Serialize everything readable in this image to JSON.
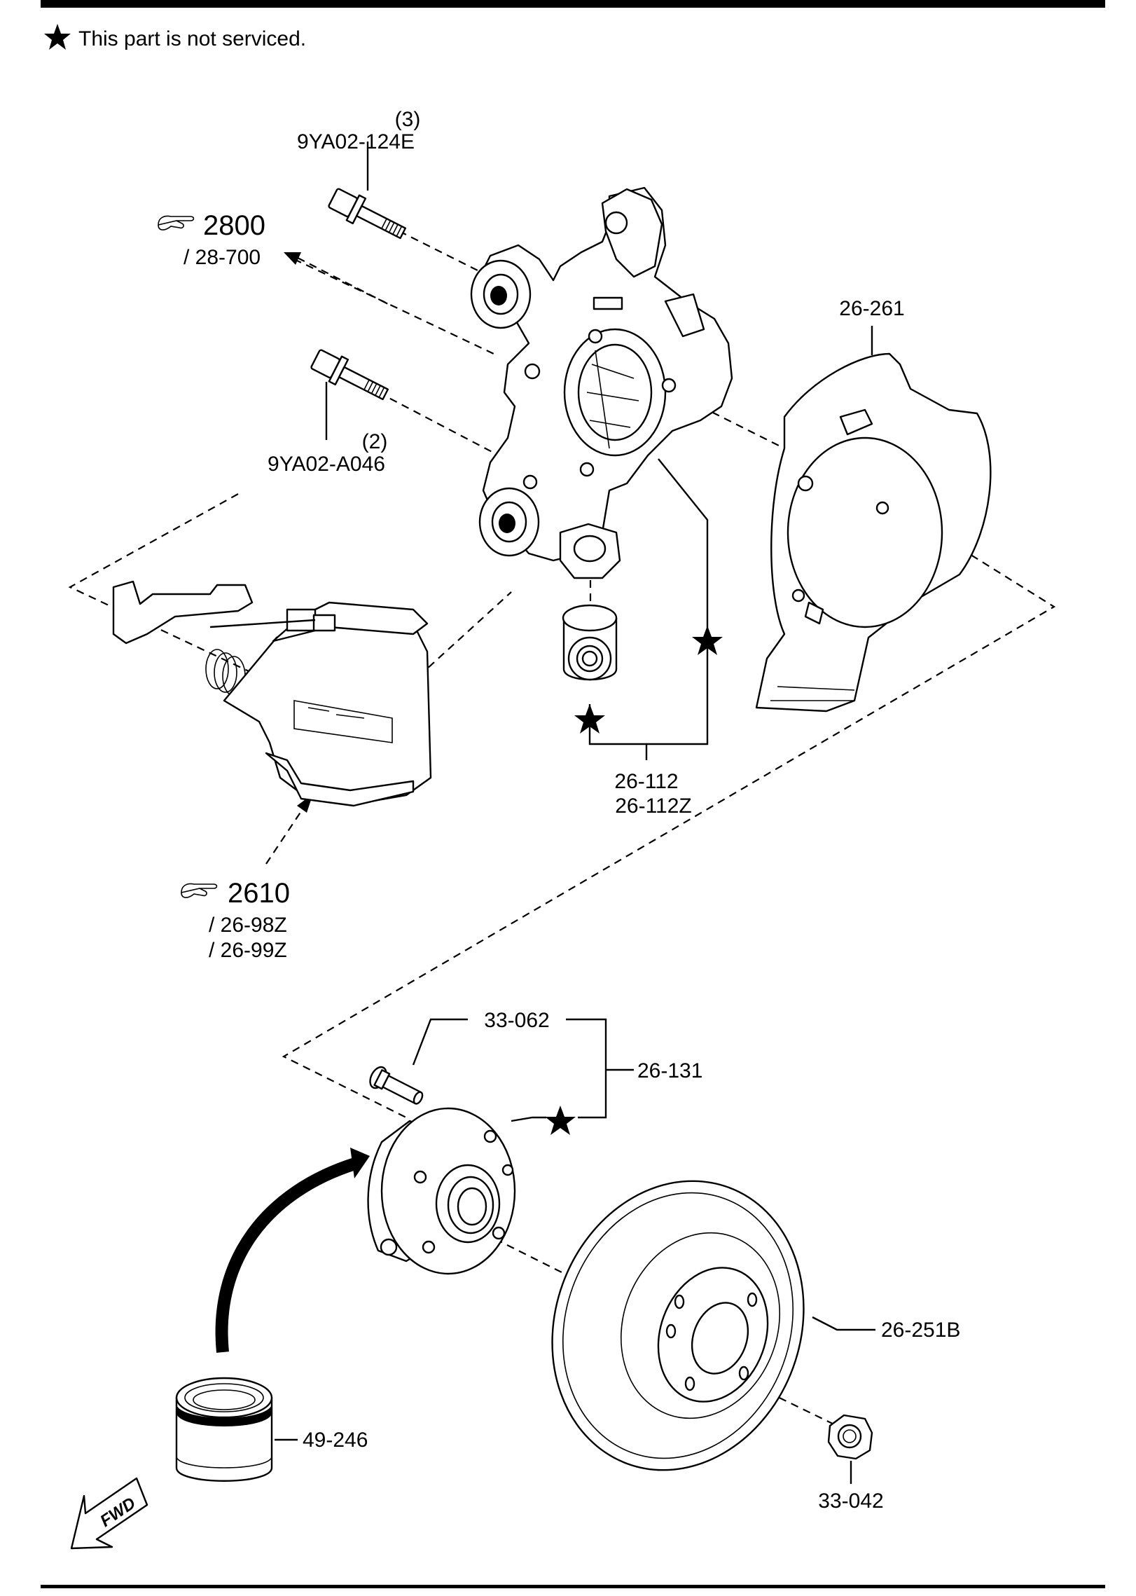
{
  "note": {
    "text": "This part is not serviced."
  },
  "refs": {
    "r2800": {
      "num": "2800",
      "sub": "/ 28-700"
    },
    "r2610": {
      "num": "2610",
      "sub1": "/ 26-98Z",
      "sub2": "/ 26-99Z"
    }
  },
  "labels": {
    "bolt_upper_qty": "(3)",
    "bolt_upper": "9YA02-124E",
    "bolt_lower_qty": "(2)",
    "bolt_lower": "9YA02-A046",
    "dust_shield": "26-261",
    "bushing_1": "26-112",
    "bushing_2": "26-112Z",
    "hub_bolt": "33-062",
    "hub_assy": "26-131",
    "disc": "26-251B",
    "grease": "49-246",
    "nut": "33-042"
  },
  "fwd": {
    "text": "FWD"
  },
  "colors": {
    "ink": "#000000",
    "paper": "#ffffff"
  }
}
